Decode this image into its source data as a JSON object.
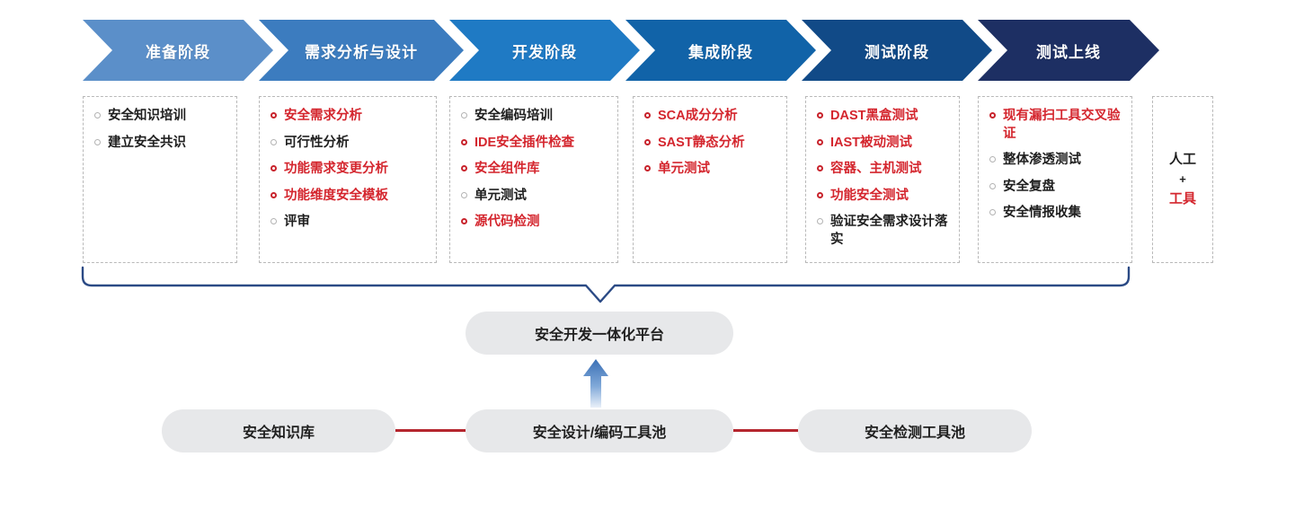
{
  "colors": {
    "stage1": "#5b8fc9",
    "stage2": "#3c7cbf",
    "stage3": "#1f7ac4",
    "stage4": "#1163a8",
    "stage5": "#114a87",
    "stage6": "#1d2f63",
    "red": "#d4262e",
    "red_line": "#b5262e",
    "pill_bg": "#e7e8ea",
    "brace": "#2b4a85",
    "bullet_gray": "#b3b3b3",
    "box_border": "#b9b9b9",
    "text_dark": "#1f1f1f"
  },
  "stages": [
    {
      "label": "准备阶段",
      "color": "#5b8fc9"
    },
    {
      "label": "需求分析与设计",
      "color": "#3c7cbf"
    },
    {
      "label": "开发阶段",
      "color": "#1f7ac4"
    },
    {
      "label": "集成阶段",
      "color": "#1163a8"
    },
    {
      "label": "测试阶段",
      "color": "#114a87"
    },
    {
      "label": "测试上线",
      "color": "#1d2f63"
    }
  ],
  "boxes": [
    {
      "items": [
        {
          "text": "安全知识培训",
          "red": false
        },
        {
          "text": "建立安全共识",
          "red": false
        }
      ]
    },
    {
      "items": [
        {
          "text": "安全需求分析",
          "red": true
        },
        {
          "text": "可行性分析",
          "red": false
        },
        {
          "text": "功能需求变更分析",
          "red": true
        },
        {
          "text": "功能维度安全模板",
          "red": true
        },
        {
          "text": "评审",
          "red": false
        }
      ]
    },
    {
      "items": [
        {
          "text": "安全编码培训",
          "red": false
        },
        {
          "text": "IDE安全插件检查",
          "red": true
        },
        {
          "text": "安全组件库",
          "red": true
        },
        {
          "text": "单元测试",
          "red": false
        },
        {
          "text": "源代码检测",
          "red": true
        }
      ]
    },
    {
      "items": [
        {
          "text": "SCA成分分析",
          "red": true
        },
        {
          "text": "SAST静态分析",
          "red": true
        },
        {
          "text": "单元测试",
          "red": true
        }
      ]
    },
    {
      "items": [
        {
          "text": "DAST黑盒测试",
          "red": true
        },
        {
          "text": "IAST被动测试",
          "red": true
        },
        {
          "text": "容器、主机测试",
          "red": true
        },
        {
          "text": "功能安全测试",
          "red": true
        },
        {
          "text": "验证安全需求设计落实",
          "red": false
        }
      ]
    },
    {
      "items": [
        {
          "text": "现有漏扫工具交叉验证",
          "red": true
        },
        {
          "text": "整体渗透测试",
          "red": false
        },
        {
          "text": "安全复盘",
          "red": false
        },
        {
          "text": "安全情报收集",
          "red": false
        }
      ]
    }
  ],
  "manual_box": {
    "line1": "人工",
    "plus": "+",
    "line2": "工具"
  },
  "platform": {
    "label": "安全开发一体化平台"
  },
  "tool_pools": [
    {
      "label": "安全知识库"
    },
    {
      "label": "安全设计/编码工具池"
    },
    {
      "label": "安全检测工具池"
    }
  ],
  "icons": {
    "brace": "brace-bracket-icon",
    "up_arrow": "up-arrow-icon",
    "bullet": "hollow-circle-bullet-icon"
  }
}
